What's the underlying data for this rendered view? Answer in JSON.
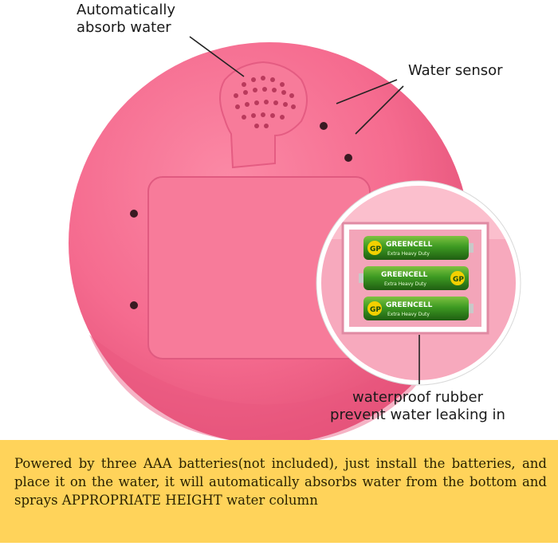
{
  "callouts": {
    "absorb_line1": "Automatically",
    "absorb_line2": "absorb water",
    "sensor": "Water sensor",
    "rubber_line1": "waterproof rubber",
    "rubber_line2": "prevent water leaking in"
  },
  "battery_brand": "GP",
  "battery_model": "GREENCELL",
  "battery_subtext": "Extra Heavy Duty",
  "banner": {
    "text": "Powered by three AAA batteries(not included), just install the batteries, and place it on the water, it will automatically absorbs water from the bottom and sprays APPROPRIATE HEIGHT water column"
  },
  "colors": {
    "toy_pink": "#f56b8f",
    "banner_yellow": "#ffd35a",
    "battery_green": "#2e7d1f"
  }
}
